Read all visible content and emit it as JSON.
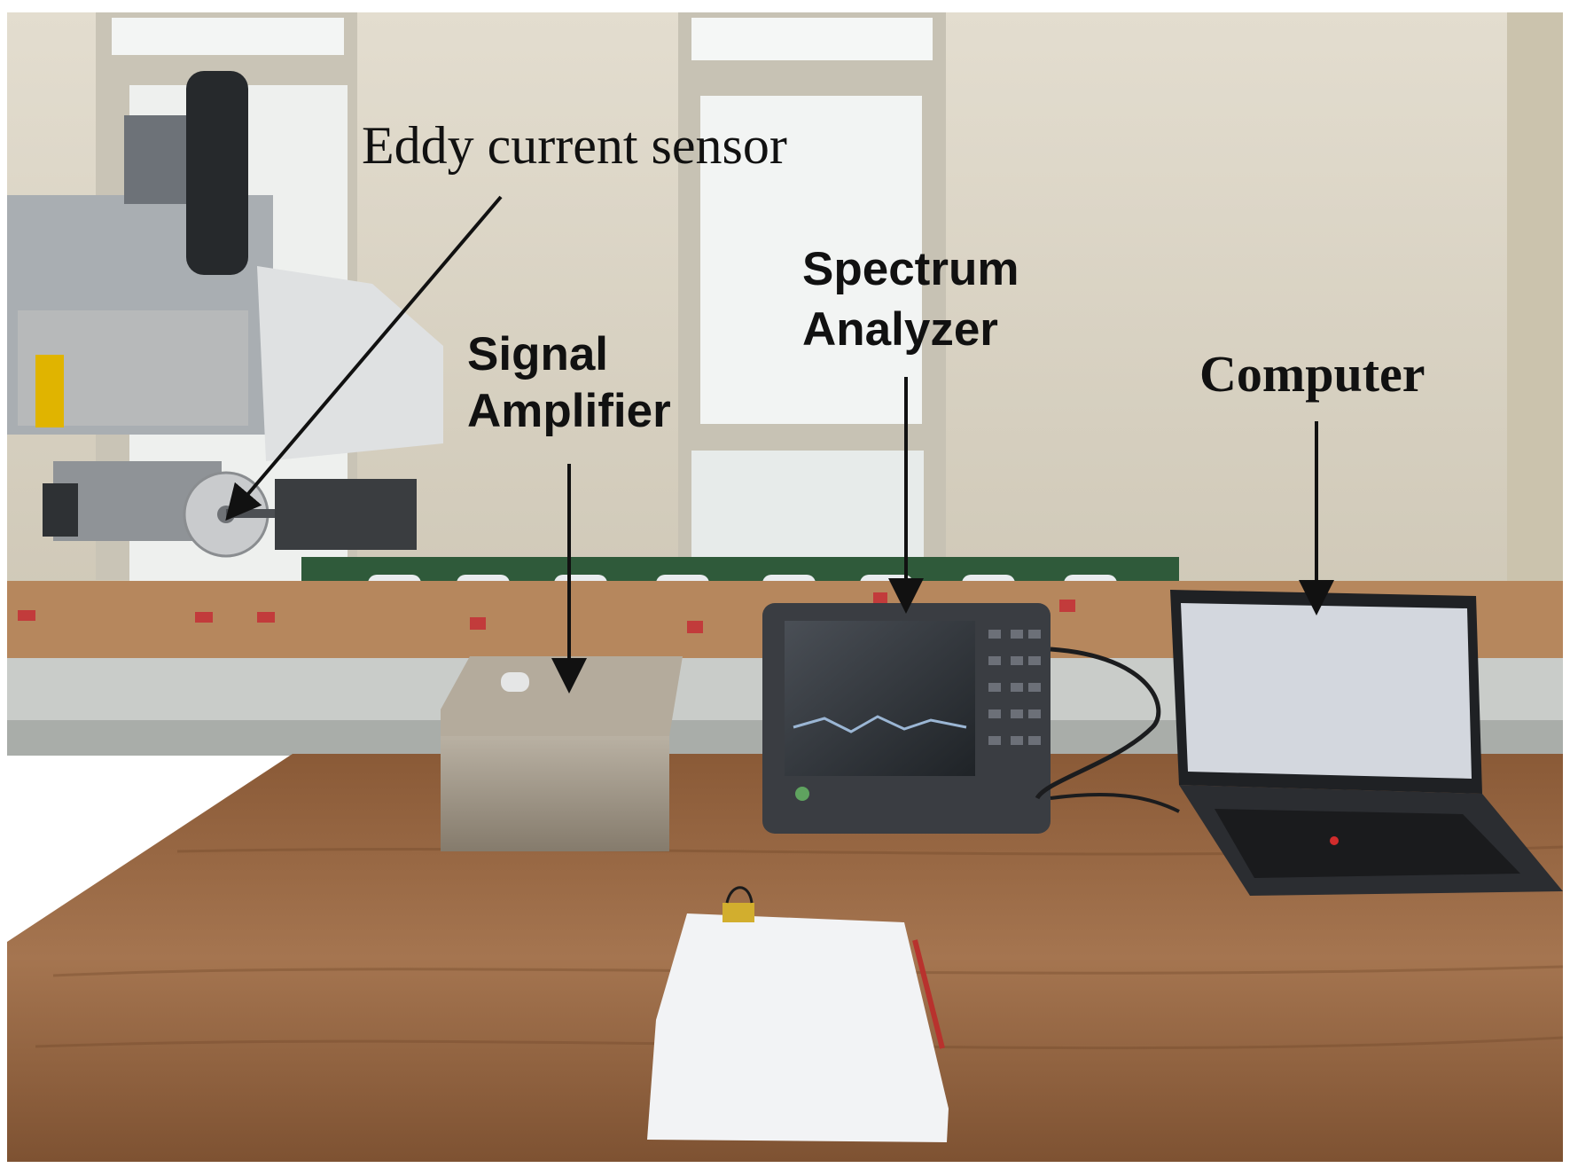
{
  "labels": {
    "eddy_current_sensor": "Eddy current sensor",
    "signal_amplifier_line1": "Signal",
    "signal_amplifier_line2": "Amplifier",
    "spectrum_analyzer_line1": "Spectrum",
    "spectrum_analyzer_line2": "Analyzer",
    "computer": "Computer"
  },
  "colors": {
    "wall": "#d9d3c4",
    "window_light": "#f4f6f5",
    "desk_wood": "#9a6a44",
    "rail_green": "#2f5a3a",
    "metal_box": "#a29a8c",
    "device_body": "#3a3d42",
    "screen_dark": "#2a2e33",
    "laptop_screen": "#d3d7de",
    "paper": "#f2f3f5",
    "arrow": "#111111"
  }
}
